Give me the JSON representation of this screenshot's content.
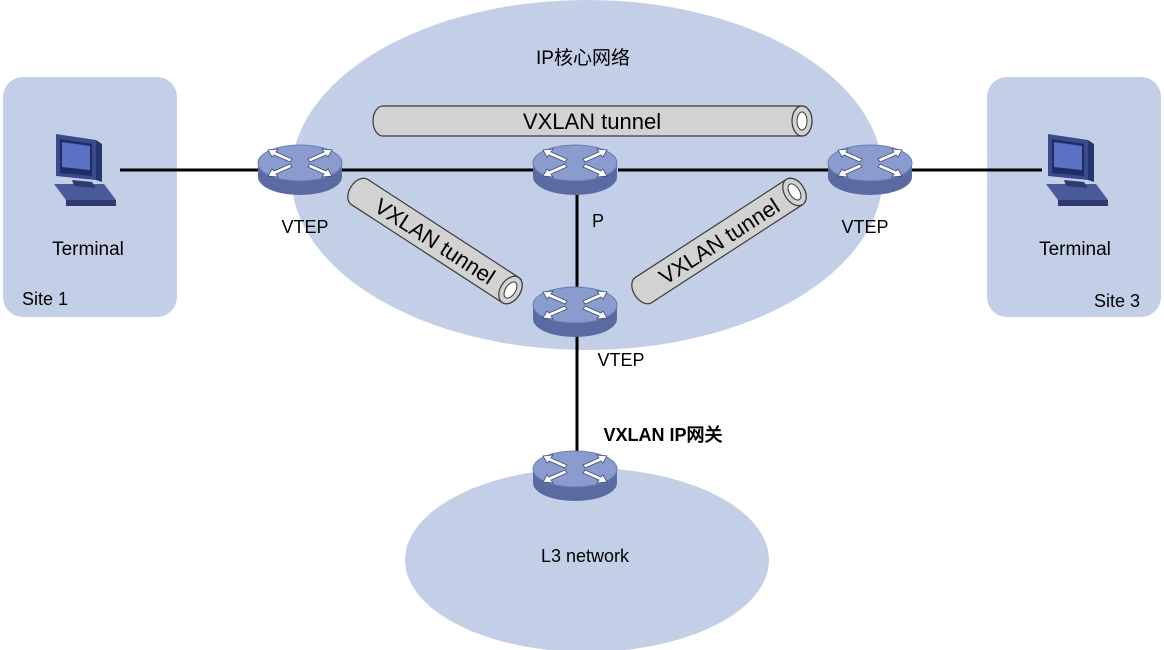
{
  "zones": {
    "core_network": "IP核心网络",
    "l3_network": "L3 network",
    "site1": "Site 1",
    "site3": "Site 3"
  },
  "nodes": {
    "vtep_left": "VTEP",
    "p_router": "P",
    "vtep_right": "VTEP",
    "vtep_bottom": "VTEP",
    "gateway": "VXLAN IP网关",
    "terminal_left": "Terminal",
    "terminal_right": "Terminal"
  },
  "tunnels": {
    "top": "VXLAN tunnel",
    "left": "VXLAN tunnel",
    "right": "VXLAN tunnel"
  },
  "colors": {
    "zone_fill": "#c3cfe6",
    "router_top": "#8a9bcd",
    "router_side": "#5a6aa3",
    "tunnel_fill": "#d2d2d2",
    "link": "#000000"
  }
}
